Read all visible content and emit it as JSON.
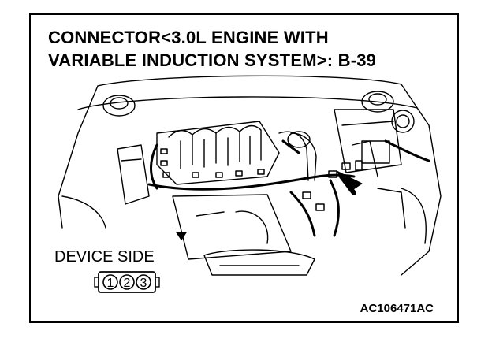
{
  "title": {
    "line1": "CONNECTOR<3.0L ENGINE WITH",
    "line2": "VARIABLE INDUCTION SYSTEM>: B-39"
  },
  "device_side_label": "DEVICE SIDE",
  "connector": {
    "pins": [
      "1",
      "2",
      "3"
    ]
  },
  "figure_code": "AC106471AC",
  "colors": {
    "line": "#000000",
    "background": "#ffffff"
  }
}
